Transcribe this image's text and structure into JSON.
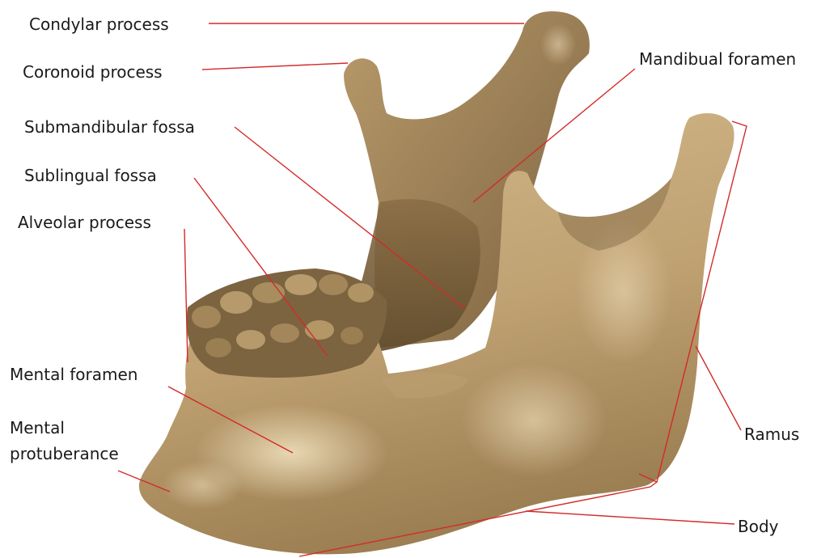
{
  "figure": {
    "labels": {
      "condylar_process": "Condylar process",
      "coronoid_process": "Coronoid process",
      "mandibular_foramen": "Mandibual foramen",
      "submandibular_fossa": "Submandibular fossa",
      "sublingual_fossa": "Sublingual fossa",
      "alveolar_process": "Alveolar process",
      "mental_foramen": "Mental foramen",
      "mental_protuberance_line1": "Mental",
      "mental_protuberance_line2": "protuberance",
      "ramus": "Ramus",
      "body": "Body"
    },
    "colors": {
      "bone_light": "#c9ae7e",
      "bone_mid": "#a88b5c",
      "bone_dark": "#6e5633",
      "leader_line": "#d42a2a"
    }
  }
}
